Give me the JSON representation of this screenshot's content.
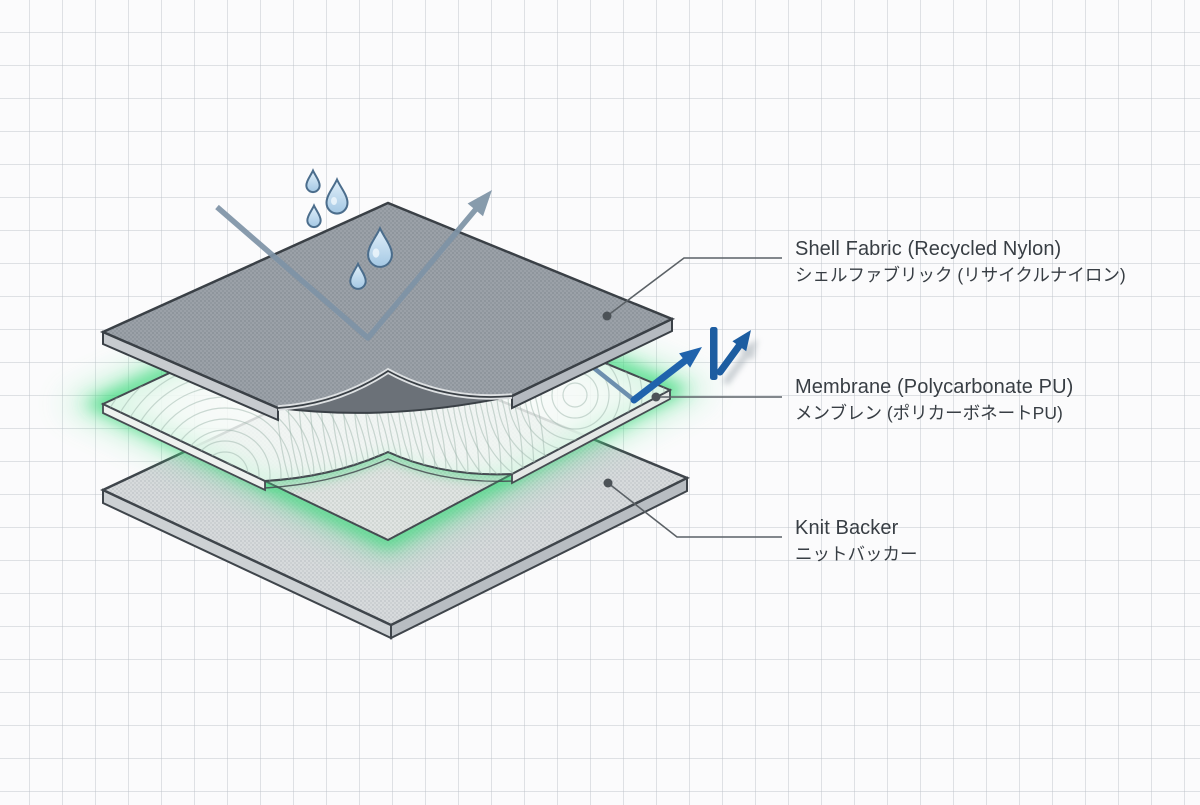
{
  "diagram": {
    "type": "layered-fabric-cross-section",
    "labels": [
      {
        "id": "shell-fabric",
        "en": "Shell Fabric (Recycled Nylon)",
        "jp": "シェルファブリック (リサイクルナイロン)"
      },
      {
        "id": "membrane",
        "en": "Membrane (Polycarbonate PU)",
        "jp": "メンブレン (ポリカーボネートPU)"
      },
      {
        "id": "knit-backer",
        "en": "Knit Backer",
        "jp": "ニットバッカー"
      }
    ],
    "icons": [
      "water-droplets-icon",
      "water-repel-bounce-arrow-icon",
      "vapor-permeable-arrows-icon",
      "membrane-barrier-bar-icon"
    ],
    "colors": {
      "glow_green": "#3fd97f",
      "arrow_blue": "#1d5da1",
      "repel_arrow_gray": "#7e93a6",
      "droplet_blue": "#b9d6ec",
      "shell_gray": "#9aa0a7",
      "backer_gray": "#d6d9db",
      "text_gray": "#383e44",
      "grid_line": "#bac0c7"
    }
  }
}
